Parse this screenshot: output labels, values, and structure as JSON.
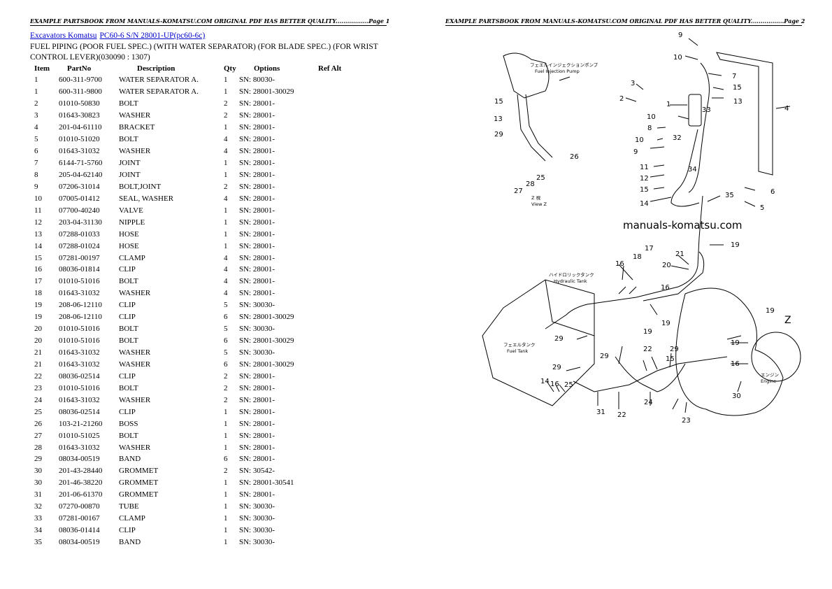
{
  "header": {
    "left": "EXAMPLE PARTSBOOK FROM MANUALS-KOMATSU.COM ORIGINAL PDF HAS BETTER QUALITY.................Page 1",
    "right": "EXAMPLE PARTSBOOK FROM MANUALS-KOMATSU.COM ORIGINAL PDF HAS BETTER QUALITY.................Page 2"
  },
  "breadcrumb": {
    "link1": "Excavators Komatsu",
    "link2": "PC60-6 S/N 28001-UP(pc60-6c)"
  },
  "title": "FUEL PIPING (POOR FUEL SPEC.) (WITH WATER SEPARATOR) (FOR BLADE SPEC.) (FOR WRIST CONTROL LEVER)(030090 : 1307)",
  "table": {
    "headers": [
      "Item",
      "PartNo",
      "Description",
      "Qty",
      "Options",
      "Ref Alt"
    ],
    "rows": [
      [
        "1",
        "600-311-9700",
        "WATER SEPARATOR A.",
        "1",
        "SN: 80030-",
        ""
      ],
      [
        "1",
        "600-311-9800",
        "WATER SEPARATOR A.",
        "1",
        "SN: 28001-30029",
        ""
      ],
      [
        "2",
        "01010-50830",
        "BOLT",
        "2",
        "SN: 28001-",
        ""
      ],
      [
        "3",
        "01643-30823",
        "WASHER",
        "2",
        "SN: 28001-",
        ""
      ],
      [
        "4",
        "201-04-61110",
        "BRACKET",
        "1",
        "SN: 28001-",
        ""
      ],
      [
        "5",
        "01010-51020",
        "BOLT",
        "4",
        "SN: 28001-",
        ""
      ],
      [
        "6",
        "01643-31032",
        "WASHER",
        "4",
        "SN: 28001-",
        ""
      ],
      [
        "7",
        "6144-71-5760",
        "JOINT",
        "1",
        "SN: 28001-",
        ""
      ],
      [
        "8",
        "205-04-62140",
        "JOINT",
        "1",
        "SN: 28001-",
        ""
      ],
      [
        "9",
        "07206-31014",
        "BOLT,JOINT",
        "2",
        "SN: 28001-",
        ""
      ],
      [
        "10",
        "07005-01412",
        "SEAL, WASHER",
        "4",
        "SN: 28001-",
        ""
      ],
      [
        "11",
        "07700-40240",
        "VALVE",
        "1",
        "SN: 28001-",
        ""
      ],
      [
        "12",
        "203-04-31130",
        "NIPPLE",
        "1",
        "SN: 28001-",
        ""
      ],
      [
        "13",
        "07288-01033",
        "HOSE",
        "1",
        "SN: 28001-",
        ""
      ],
      [
        "14",
        "07288-01024",
        "HOSE",
        "1",
        "SN: 28001-",
        ""
      ],
      [
        "15",
        "07281-00197",
        "CLAMP",
        "4",
        "SN: 28001-",
        ""
      ],
      [
        "16",
        "08036-01814",
        "CLIP",
        "4",
        "SN: 28001-",
        ""
      ],
      [
        "17",
        "01010-51016",
        "BOLT",
        "4",
        "SN: 28001-",
        ""
      ],
      [
        "18",
        "01643-31032",
        "WASHER",
        "4",
        "SN: 28001-",
        ""
      ],
      [
        "19",
        "208-06-12110",
        "CLIP",
        "5",
        "SN: 30030-",
        ""
      ],
      [
        "19",
        "208-06-12110",
        "CLIP",
        "6",
        "SN: 28001-30029",
        ""
      ],
      [
        "20",
        "01010-51016",
        "BOLT",
        "5",
        "SN: 30030-",
        ""
      ],
      [
        "20",
        "01010-51016",
        "BOLT",
        "6",
        "SN: 28001-30029",
        ""
      ],
      [
        "21",
        "01643-31032",
        "WASHER",
        "5",
        "SN: 30030-",
        ""
      ],
      [
        "21",
        "01643-31032",
        "WASHER",
        "6",
        "SN: 28001-30029",
        ""
      ],
      [
        "22",
        "08036-02514",
        "CLIP",
        "2",
        "SN: 28001-",
        ""
      ],
      [
        "23",
        "01010-51016",
        "BOLT",
        "2",
        "SN: 28001-",
        ""
      ],
      [
        "24",
        "01643-31032",
        "WASHER",
        "2",
        "SN: 28001-",
        ""
      ],
      [
        "25",
        "08036-02514",
        "CLIP",
        "1",
        "SN: 28001-",
        ""
      ],
      [
        "26",
        "103-21-21260",
        "BOSS",
        "1",
        "SN: 28001-",
        ""
      ],
      [
        "27",
        "01010-51025",
        "BOLT",
        "1",
        "SN: 28001-",
        ""
      ],
      [
        "28",
        "01643-31032",
        "WASHER",
        "1",
        "SN: 28001-",
        ""
      ],
      [
        "29",
        "08034-00519",
        "BAND",
        "6",
        "SN: 28001-",
        ""
      ],
      [
        "30",
        "201-43-28440",
        "GROMMET",
        "2",
        "SN: 30542-",
        ""
      ],
      [
        "30",
        "201-46-38220",
        "GROMMET",
        "1",
        "SN: 28001-30541",
        ""
      ],
      [
        "31",
        "201-06-61370",
        "GROMMET",
        "1",
        "SN: 28001-",
        ""
      ],
      [
        "32",
        "07270-00870",
        "TUBE",
        "1",
        "SN: 30030-",
        ""
      ],
      [
        "33",
        "07281-00167",
        "CLAMP",
        "1",
        "SN: 30030-",
        ""
      ],
      [
        "34",
        "08036-01414",
        "CLIP",
        "1",
        "SN: 30030-",
        ""
      ],
      [
        "35",
        "08034-00519",
        "BAND",
        "1",
        "SN: 30030-",
        ""
      ]
    ]
  },
  "diagram": {
    "watermark": "manuals-komatsu.com",
    "labels": {
      "fuel_injection_pump_jp": "フェエルインジェクションポンプ",
      "fuel_injection_pump": "Fuel Injection Pump",
      "hydraulic_tank_jp": "ハイドロリックタンク",
      "hydraulic_tank": "Hydraulic Tank",
      "fuel_tank_jp": "フェエルタンク",
      "fuel_tank": "Fuel Tank",
      "engine_jp": "エンジン",
      "engine": "Engine",
      "view_z_jp": "Z 視",
      "view_z": "View Z",
      "z_marker": "Z"
    },
    "callouts": [
      "9",
      "10",
      "7",
      "15",
      "13",
      "4",
      "3",
      "2",
      "1",
      "33",
      "10",
      "8",
      "10",
      "9",
      "32",
      "11",
      "12",
      "15",
      "14",
      "34",
      "35",
      "6",
      "5",
      "15",
      "13",
      "29",
      "26",
      "28",
      "25",
      "27",
      "19",
      "18",
      "17",
      "21",
      "20",
      "16",
      "16",
      "19",
      "19",
      "29",
      "29",
      "19",
      "19",
      "16",
      "29",
      "22",
      "29",
      "15",
      "14",
      "16",
      "25",
      "30",
      "31",
      "22",
      "24",
      "23"
    ]
  }
}
